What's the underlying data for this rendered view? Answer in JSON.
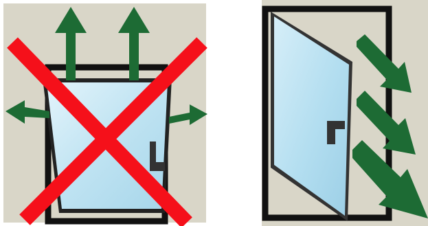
{
  "colors": {
    "background": "#d9d6c8",
    "frame": "#111111",
    "glass_light": "#d8eff8",
    "glass_dark": "#9ccfe6",
    "arrow": "#1d6b34",
    "cross": "#f5101a",
    "handle": "#333333"
  },
  "panels": [
    {
      "id": "tilt-window",
      "crossed_out": true,
      "arrow_count": 4,
      "arrow_direction": "outward-up-and-sideways"
    },
    {
      "id": "side-opening-window",
      "crossed_out": false,
      "arrow_count": 3,
      "arrow_direction": "down-right"
    }
  ]
}
